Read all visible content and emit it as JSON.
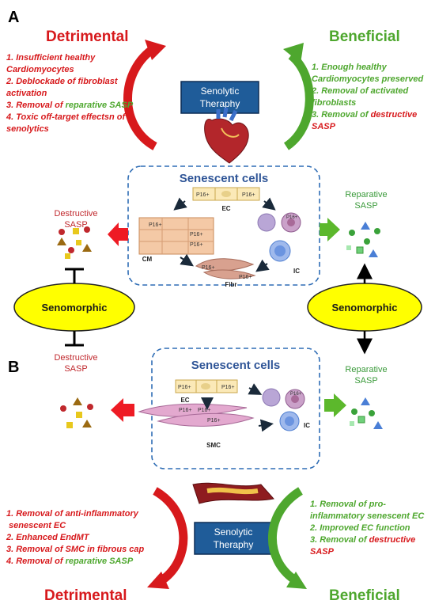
{
  "panels": {
    "a": "A",
    "b": "B"
  },
  "colors": {
    "red": "#d7191c",
    "green": "#4ea72e",
    "blue_text": "#2f5597",
    "navy_box": "#1f4e8c",
    "yellow": "#ffff00",
    "dash": "#2f6db5"
  },
  "icons": [
    "heart-icon",
    "artery-plaque-icon"
  ],
  "top": {
    "detrimental_title": "Detrimental",
    "beneficial_title": "Beneficial",
    "therapy_box": [
      "Senolytic",
      "Theraphy"
    ],
    "detrimental_items": [
      [
        {
          "t": "1. Insufficient healthy",
          "c": "red"
        }
      ],
      [
        {
          "t": "Cardiomyocytes",
          "c": "red"
        }
      ],
      [
        {
          "t": "2. Deblockade of fibroblast",
          "c": "red"
        }
      ],
      [
        {
          "t": "activation",
          "c": "red"
        }
      ],
      [
        {
          "t": "3. Removal of ",
          "c": "red"
        },
        {
          "t": "reparative SASP",
          "c": "green"
        }
      ],
      [
        {
          "t": "4. Toxic  off-target effectsn of",
          "c": "red"
        }
      ],
      [
        {
          "t": "senolytics",
          "c": "red"
        }
      ]
    ],
    "beneficial_items": [
      [
        {
          "t": "1. Enough healthy",
          "c": "green"
        }
      ],
      [
        {
          "t": "Cardiomyocytes preserved",
          "c": "green"
        }
      ],
      [
        {
          "t": "2. Removal of activated",
          "c": "green"
        }
      ],
      [
        {
          "t": "fibroblasts",
          "c": "green"
        }
      ],
      [
        {
          "t": "3. Removal of ",
          "c": "green"
        },
        {
          "t": "destructive",
          "c": "red"
        }
      ],
      [
        {
          "t": "SASP",
          "c": "red"
        }
      ]
    ],
    "senescent_title": "Senescent cells",
    "cell_labels": {
      "ec": "EC",
      "cm": "CM",
      "ic": "IC",
      "fibr": "Fibr"
    },
    "p16": "P16+",
    "destructive_sasp": [
      "Destructive",
      "SASP"
    ],
    "reparative_sasp": [
      "Reparative",
      "SASP"
    ],
    "senomorphic": "Senomorphic"
  },
  "bottom": {
    "destructive_sasp": [
      "Destructive",
      "SASP"
    ],
    "reparative_sasp": [
      "Reparative",
      "SASP"
    ],
    "senescent_title": "Senescent cells",
    "cell_labels": {
      "ec": "EC",
      "ic": "IC",
      "smc": "SMC"
    },
    "p16": "P16+",
    "therapy_box": [
      "Senolytic",
      "Theraphy"
    ],
    "detrimental_title": "Detrimental",
    "beneficial_title": "Beneficial",
    "detrimental_items": [
      [
        {
          "t": "1.   Removal of anti-inflammatory",
          "c": "red"
        }
      ],
      [
        {
          "t": "      senescent EC",
          "c": "red"
        }
      ],
      [
        {
          "t": "2.   Enhanced EndMT",
          "c": "red"
        }
      ],
      [
        {
          "t": "3.   Removal of SMC in fibrous cap",
          "c": "red"
        }
      ],
      [
        {
          "t": "4.   Removal of ",
          "c": "red"
        },
        {
          "t": "reparative SASP",
          "c": "green"
        }
      ]
    ],
    "beneficial_items": [
      [
        {
          "t": "1. Removal of pro-",
          "c": "green"
        }
      ],
      [
        {
          "t": "inflammatory senescent EC",
          "c": "green"
        }
      ],
      [
        {
          "t": "2. Improved EC function",
          "c": "green"
        }
      ],
      [
        {
          "t": "3. Removal of ",
          "c": "green"
        },
        {
          "t": "destructive",
          "c": "red"
        }
      ],
      [
        {
          "t": "SASP",
          "c": "red"
        }
      ]
    ]
  }
}
